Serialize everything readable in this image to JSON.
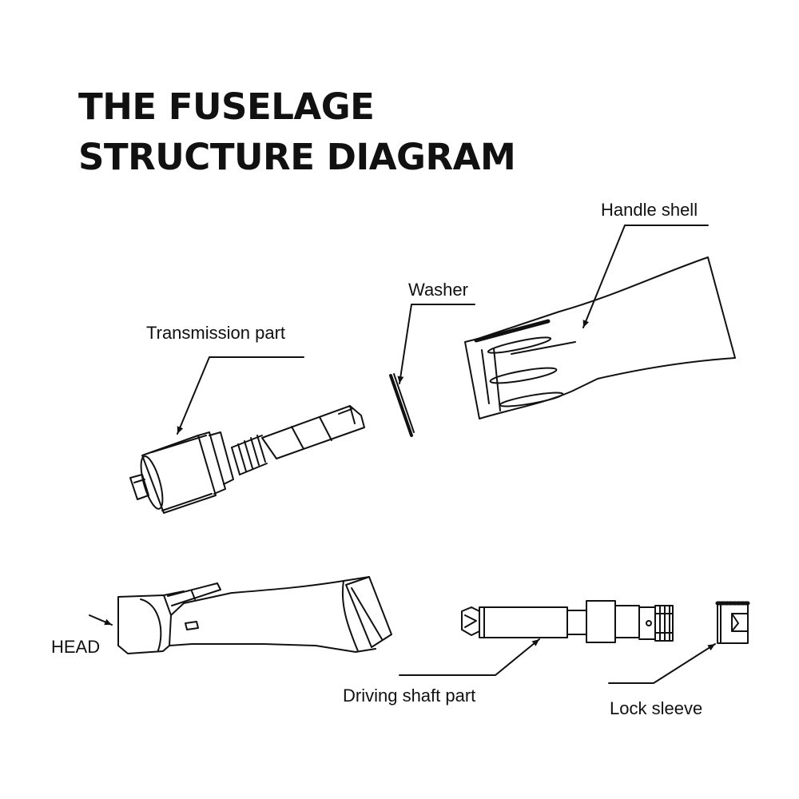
{
  "title": {
    "line1": "THE FUSELAGE",
    "line2": "STRUCTURE DIAGRAM"
  },
  "labels": {
    "handle_shell": "Handle shell",
    "washer": "Washer",
    "transmission_part": "Transmission part",
    "head": "HEAD",
    "driving_shaft_part": "Driving shaft part",
    "lock_sleeve": "Lock sleeve"
  },
  "colors": {
    "ink": "#111111",
    "background": "#ffffff"
  }
}
